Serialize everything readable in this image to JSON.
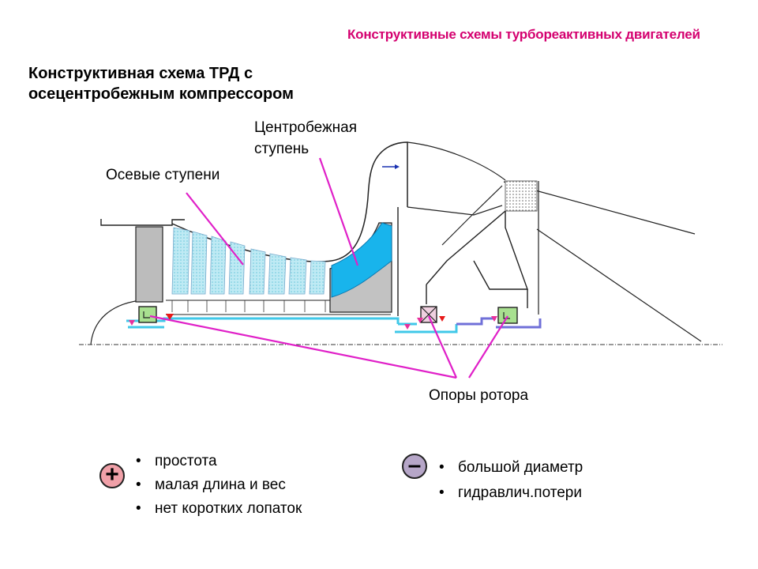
{
  "header": {
    "title": "Конструктивные схемы турбореактивных двигателей"
  },
  "slide": {
    "title_line1": "Конструктивная схема ТРД с",
    "title_line2": "осецентробежным компрессором"
  },
  "labels": {
    "centrifugal_line1": "Центробежная",
    "centrifugal_line2": "ступень",
    "axial": "Осевые ступени",
    "supports": "Опоры ротора"
  },
  "pros": {
    "sign": "+",
    "items": [
      "простота",
      "малая длина и вес",
      "нет коротких лопаток"
    ]
  },
  "cons": {
    "sign": "–",
    "items": [
      "большой диаметр",
      "гидравлич.потери"
    ]
  },
  "colors": {
    "accent": "#d4006f",
    "pointer": "#e020c8",
    "shaft": "#40c8e8",
    "impeller": "#18b4ec",
    "blades": "#a8e4f0",
    "bearing": "#a8e090",
    "rear_shaft": "#7070d8"
  }
}
